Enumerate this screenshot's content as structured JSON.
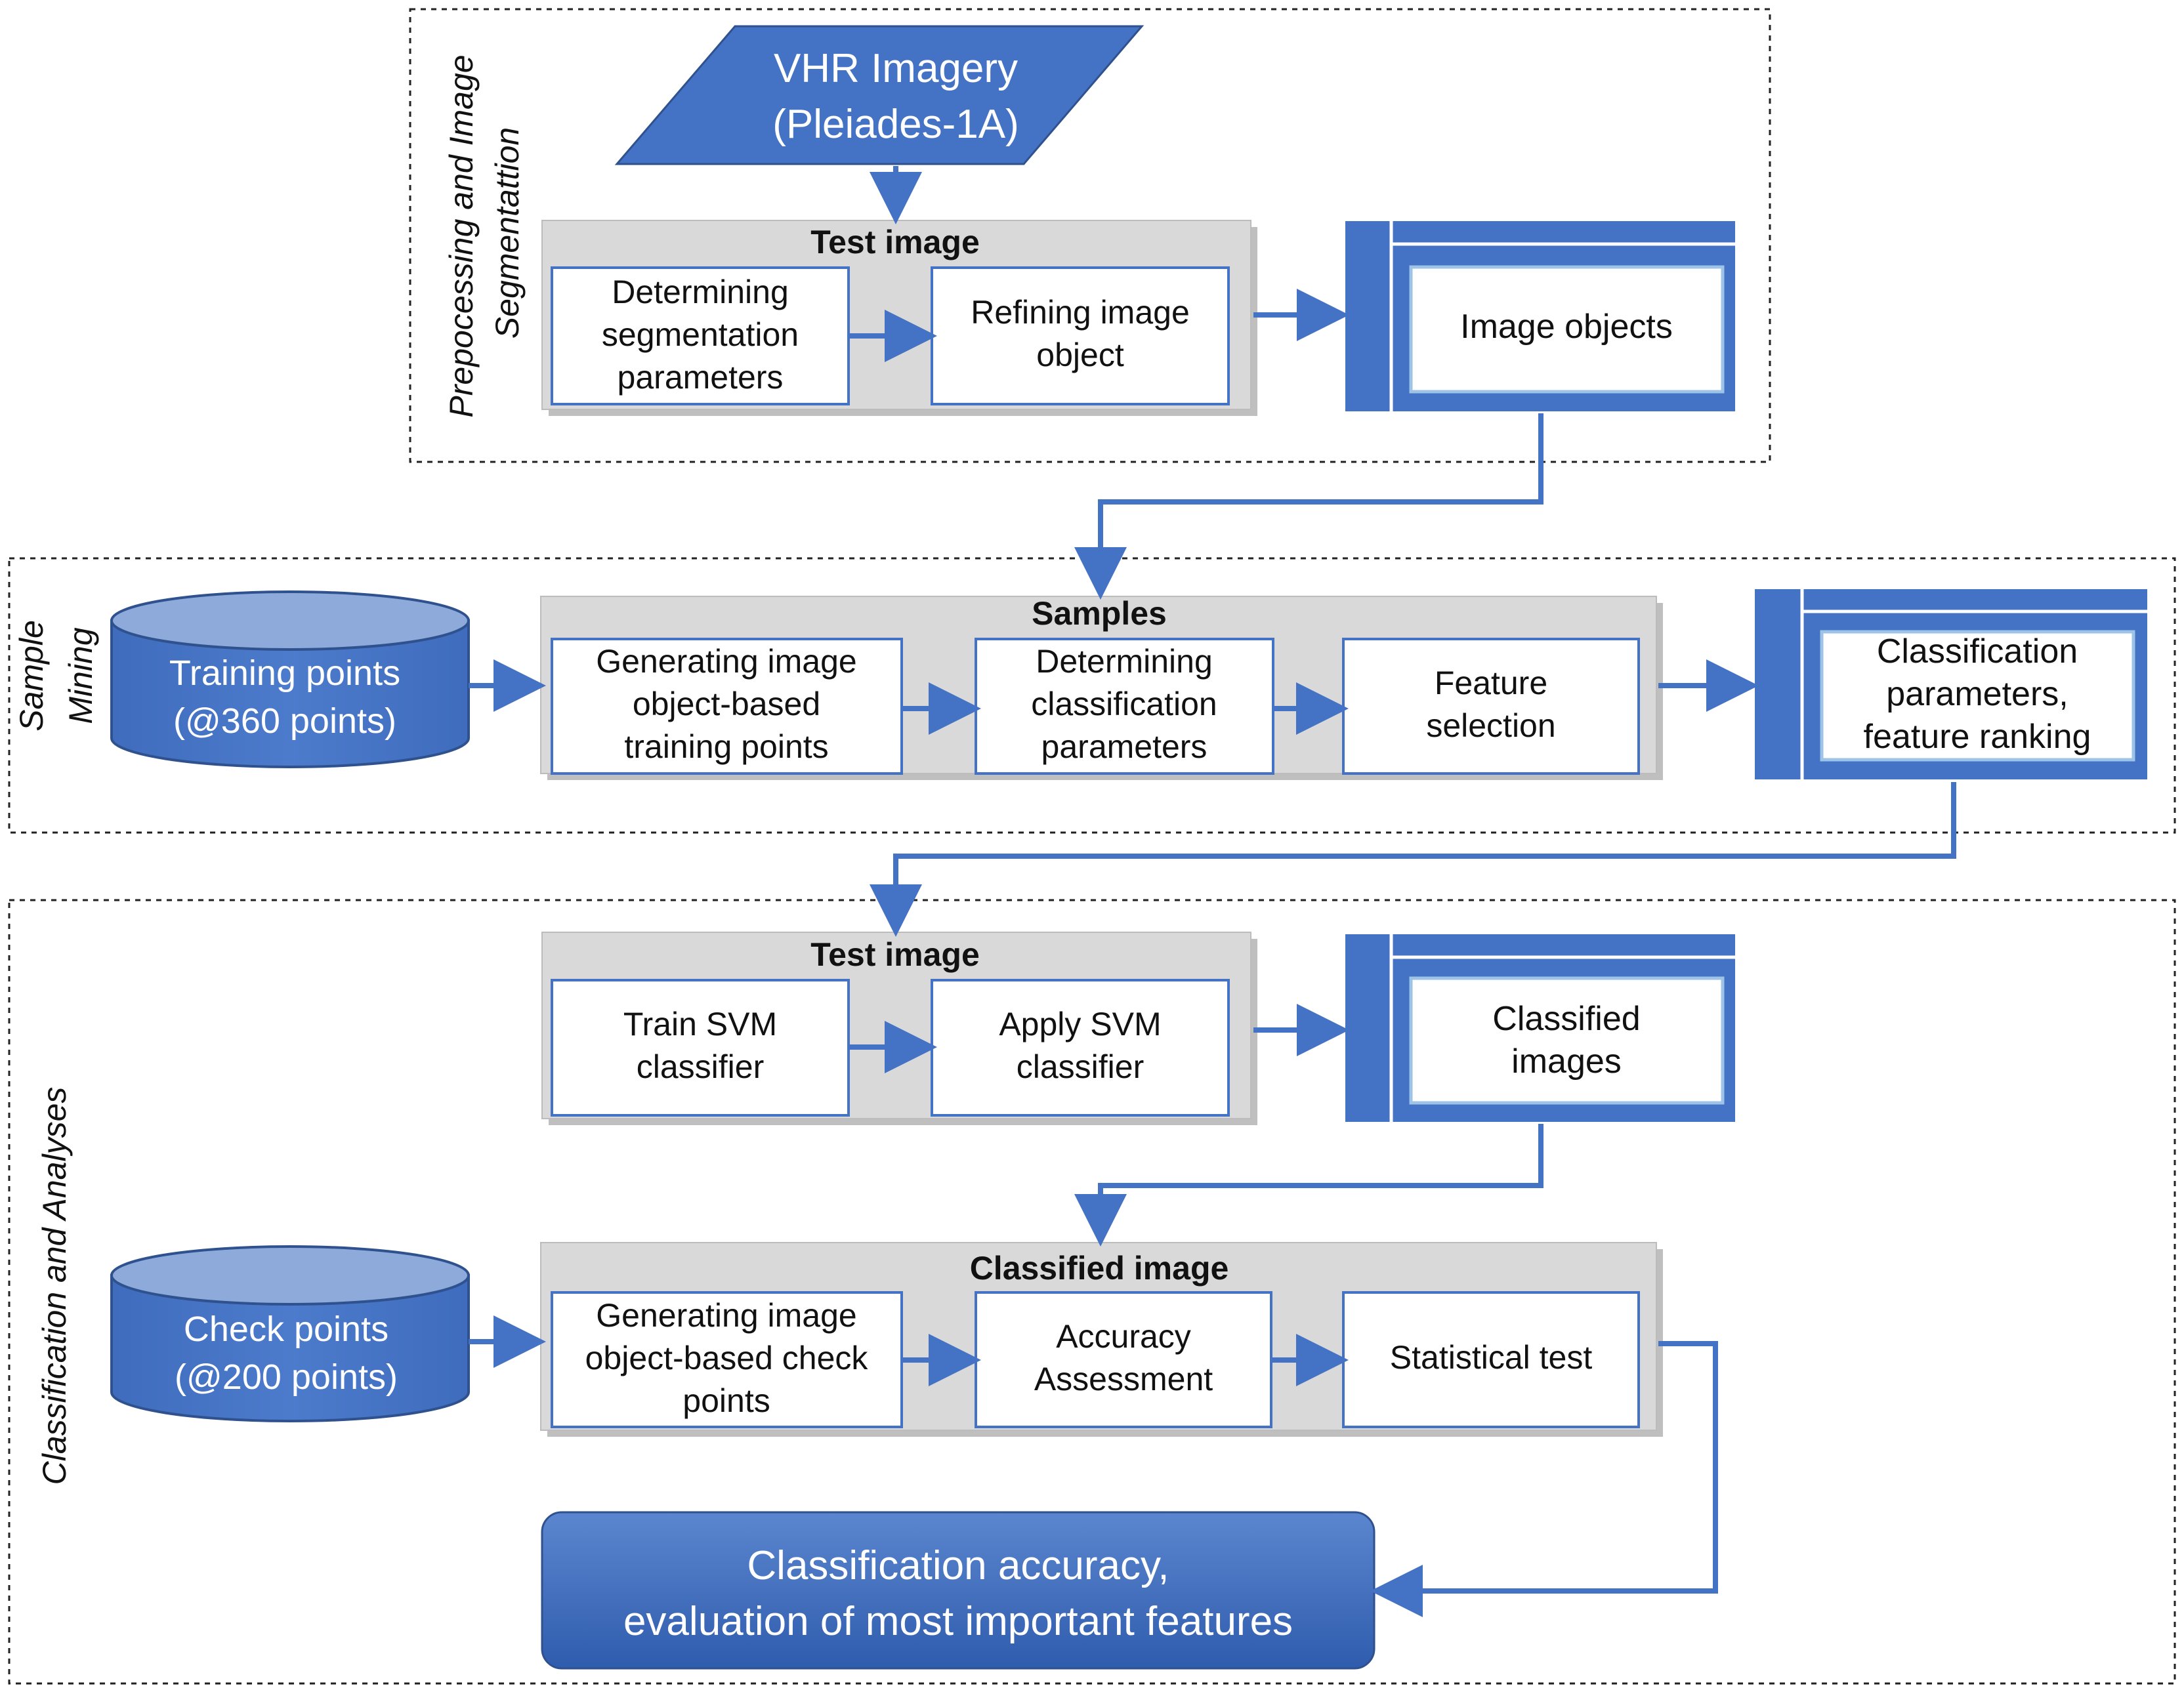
{
  "sections": {
    "preprocessing_line1": "Prepocessing and Image",
    "preprocessing_line2": "Segmentattion",
    "sample_mining_line1": "Sample",
    "sample_mining_line2": "Mining",
    "classification": "Classification and Analyses"
  },
  "input": {
    "line1": "VHR Imagery",
    "line2": "(Pleiades-1A)"
  },
  "group1": {
    "title": "Test image",
    "step1": [
      "Determining",
      "segmentation",
      "parameters"
    ],
    "step2": [
      "Refining image",
      "object"
    ]
  },
  "output1": "Image objects",
  "training": {
    "line1": "Training points",
    "line2": "(@360 points)"
  },
  "group2": {
    "title": "Samples",
    "step1": [
      "Generating image",
      "object-based",
      "training points"
    ],
    "step2": [
      "Determining",
      "classification",
      "parameters"
    ],
    "step3": [
      "Feature",
      "selection"
    ]
  },
  "output2": [
    "Classification",
    "parameters,",
    "feature ranking"
  ],
  "group3": {
    "title": "Test image",
    "step1": [
      "Train SVM",
      "classifier"
    ],
    "step2": [
      "Apply SVM",
      "classifier"
    ]
  },
  "output3": [
    "Classified",
    "images"
  ],
  "check": {
    "line1": "Check points",
    "line2": "(@200 points)"
  },
  "group4": {
    "title": "Classified image",
    "step1": [
      "Generating image",
      "object-based check",
      "points"
    ],
    "step2": [
      "Accuracy",
      "Assessment"
    ],
    "step3": [
      "Statistical test"
    ]
  },
  "final": {
    "line1": "Classification accuracy,",
    "line2": "evaluation of most important features"
  },
  "colors": {
    "primary_blue": "#4472c4",
    "light_blue": "#8eaadb",
    "group_gray": "#d9d9d9",
    "box_border": "#4472c4"
  }
}
